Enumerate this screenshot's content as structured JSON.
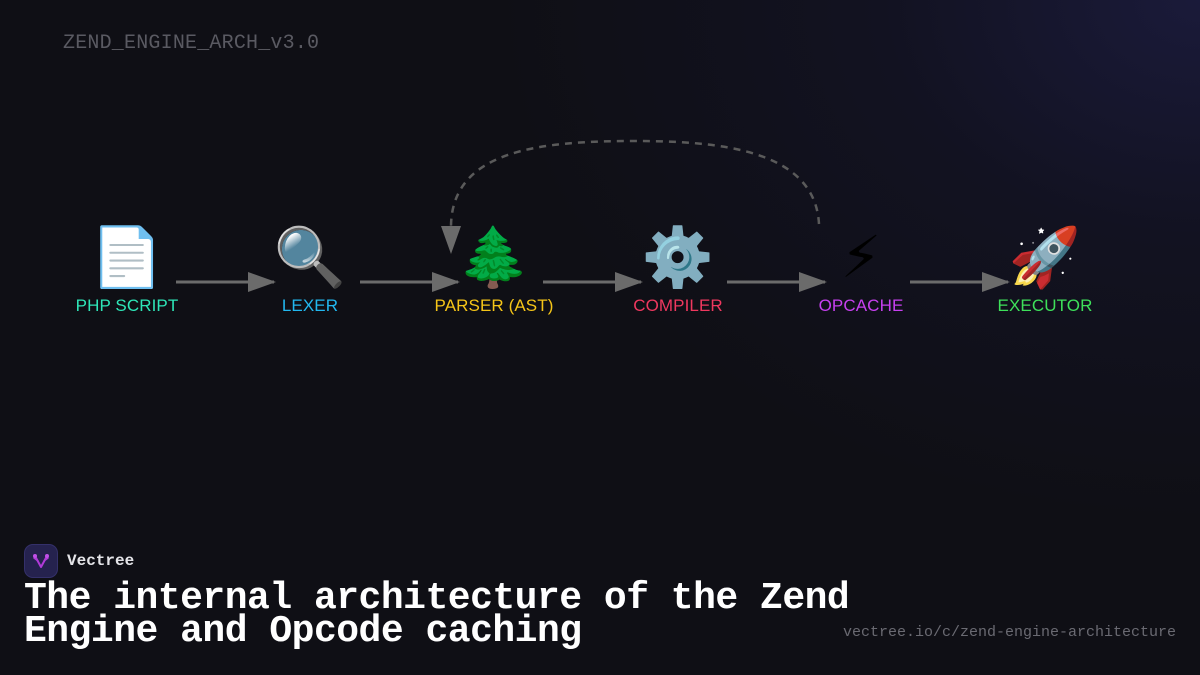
{
  "header": {
    "version_tag": "ZEND_ENGINE_ARCH_v3.0"
  },
  "diagram": {
    "nodes": [
      {
        "id": "php-script",
        "icon": "📄",
        "icon_name": "document-icon",
        "label": "PHP SCRIPT",
        "color": "#2ee6b8"
      },
      {
        "id": "lexer",
        "icon": "🔍",
        "icon_name": "magnifying-glass-icon",
        "label": "LEXER",
        "color": "#22b8f0"
      },
      {
        "id": "parser",
        "icon": "🌲",
        "icon_name": "evergreen-tree-icon",
        "label": "PARSER (AST)",
        "color": "#f5c518"
      },
      {
        "id": "compiler",
        "icon": "⚙️",
        "icon_name": "gear-icon",
        "label": "COMPILER",
        "color": "#f0385f"
      },
      {
        "id": "opcache",
        "icon": "⚡",
        "icon_name": "lightning-icon",
        "label": "OPCACHE",
        "color": "#c740f0"
      },
      {
        "id": "executor",
        "icon": "🚀",
        "icon_name": "rocket-icon",
        "label": "EXECUTOR",
        "color": "#3ee05a"
      }
    ],
    "edges": [
      {
        "from": "php-script",
        "to": "lexer",
        "style": "solid"
      },
      {
        "from": "lexer",
        "to": "parser",
        "style": "solid"
      },
      {
        "from": "parser",
        "to": "compiler",
        "style": "solid"
      },
      {
        "from": "compiler",
        "to": "opcache",
        "style": "solid"
      },
      {
        "from": "opcache",
        "to": "executor",
        "style": "solid"
      },
      {
        "from": "opcache",
        "to": "parser",
        "style": "dashed"
      }
    ],
    "edge_color": "#6b6b6b"
  },
  "footer": {
    "brand_name": "Vectree",
    "title": "The internal architecture of the Zend Engine and Opcode caching",
    "url": "vectree.io/c/zend-engine-architecture"
  }
}
